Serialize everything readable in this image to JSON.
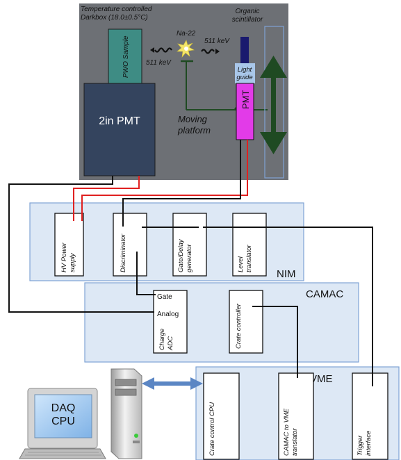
{
  "darkbox": {
    "title_line1": "Temperature controlled",
    "title_line2": "Darkbox (18.0±0.5°C)",
    "organic_line1": "Organic",
    "organic_line2": "scintillator",
    "source": "Na-22",
    "energy_left": "511 keV",
    "energy_right": "511 keV",
    "pwo_sample": "PWO Sample",
    "pmt_2in": "2in PMT",
    "light_guide_line1": "Light",
    "light_guide_line2": "guide",
    "pmt_small": "PMT",
    "moving_line1": "Moving",
    "moving_line2": "platform"
  },
  "nim": {
    "crate_label": "NIM",
    "hv_line1": "HV Power",
    "hv_line2": "supply",
    "discriminator": "Discriminator",
    "gate_line1": "Gate/Delay",
    "gate_line2": "generator",
    "level_line1": "Level",
    "level_line2": "translator"
  },
  "camac": {
    "crate_label": "CAMAC",
    "gate_input": "Gate",
    "analog_input": "Analog",
    "adc_line1": "Charge",
    "adc_line2": "ADC",
    "crate_controller": "Crate controller"
  },
  "vme": {
    "crate_label": "VME",
    "crate_cpu": "Crate control CPU",
    "camac_vme_line1": "CAMAC to VME",
    "camac_vme_line2": "translator",
    "trigger_line1": "Trigger",
    "trigger_line2": "interface"
  },
  "computer": {
    "screen_line1": "DAQ",
    "screen_line2": "CPU"
  },
  "colors": {
    "darkbox_bg": "#6d7075",
    "pmt_2in": "#34445e",
    "pwo_sample": "#3e8c84",
    "pmt_small": "#e23be8",
    "light_guide": "#a9c7ea",
    "arrow_green": "#1f4a22",
    "crate_fill": "#dde8f5",
    "crate_border": "#7fa3d4",
    "signal_red": "#e02020"
  }
}
